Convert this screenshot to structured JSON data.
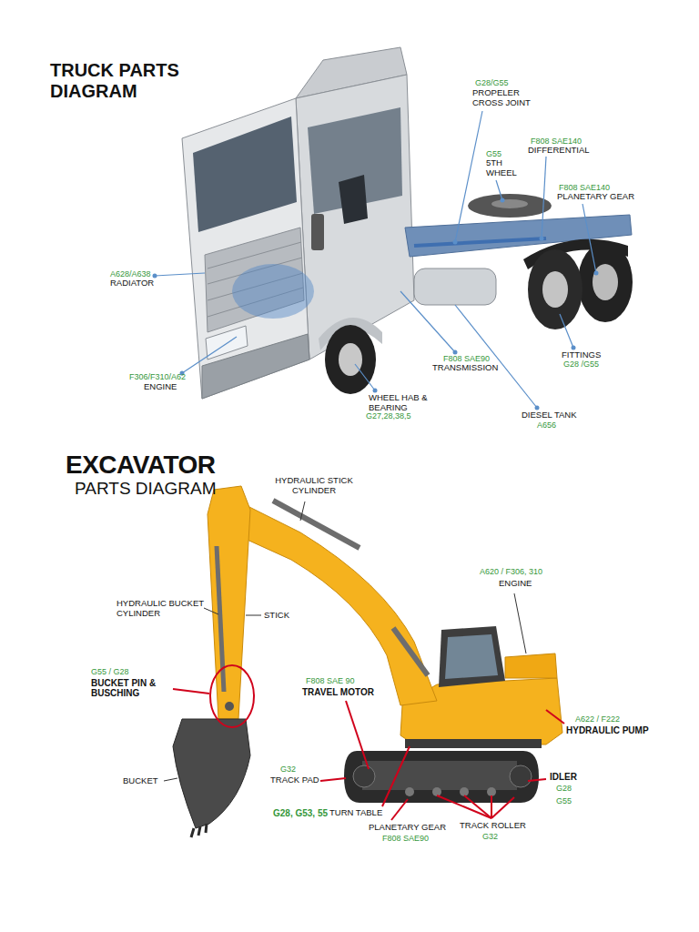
{
  "diagram": {
    "title": "TRUCK PARTS DIAGRAM",
    "labels": [
      "G28/G55",
      "PROPELER CROSS JOINT",
      "F808 SAE140",
      "DIFFERENTIAL",
      "G55",
      "5TH WHEEL",
      "F808 SAE140",
      "PLANETARY GEAR",
      "A628/A638",
      "RADIATOR",
      "F306/F310/A62",
      "ENGINE",
      "F808 SAE90",
      "TRANSMISSION",
      "FITTINGS",
      "G28 /G55",
      "WHEEL HAB & BEARING",
      "G27,28,38,5",
      "DIESEL TANK",
      "A656",
      "EXCAVATOR",
      "PARTS DIAGRAM",
      "HYDRAULIC STICK CYLINDER",
      "HYDRAULIC BUCKET CYLINDER",
      "STICK",
      "A620 / F306, 310",
      "ENGINE",
      "G55 / G28",
      "BUCKET PIN & BUSCHING",
      "F808 SAE 90",
      "TRAVEL MOTOR",
      "A622 / F222",
      "HYDRAULIC PUMP",
      "BUCKET",
      "G32",
      "TRACK PAD",
      "IDLER",
      "G28",
      "G55",
      "G28, G53, 55",
      "TURN TABLE",
      "PLANETARY GEAR",
      "F808 SAE90",
      "TRACK ROLLER",
      "G32"
    ]
  }
}
